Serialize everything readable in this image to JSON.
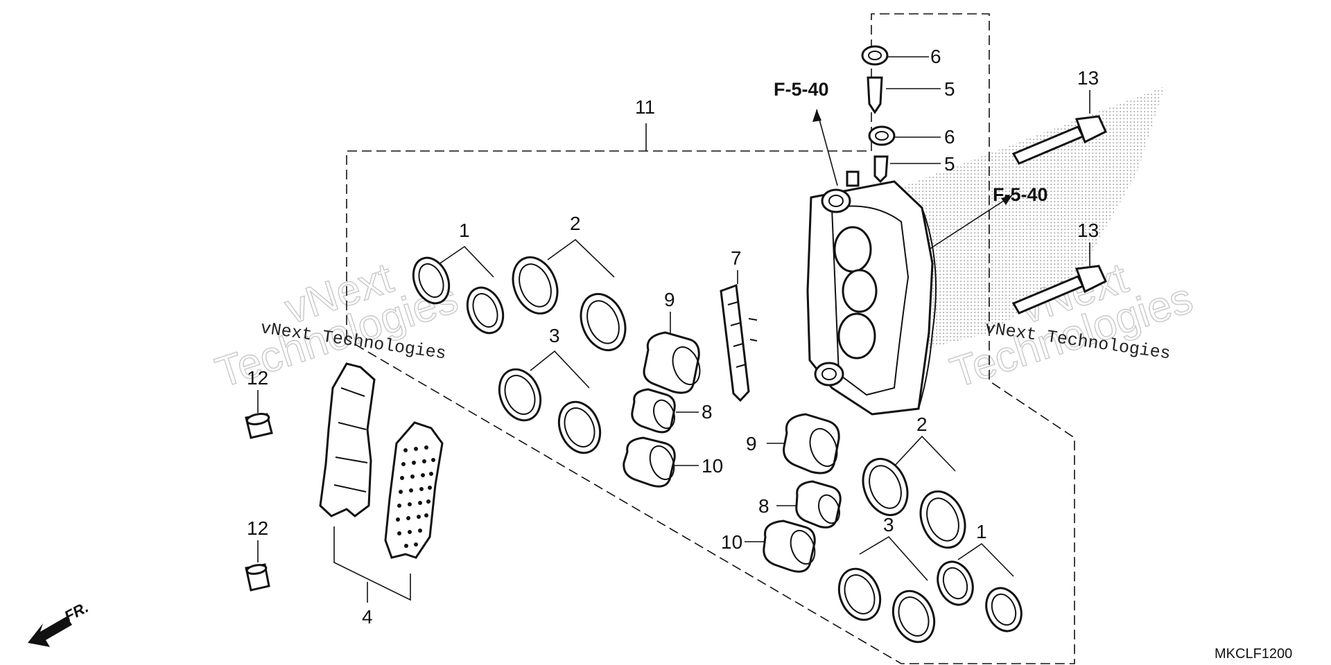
{
  "diagram_code": "MKCLF1200",
  "reference_labels": {
    "upper": "F-5-40",
    "right": "F-5-40"
  },
  "front_label": "FR.",
  "watermark": {
    "brand_line1": "vNext",
    "brand_line2": "Technologies",
    "mono": "vNext Technologies"
  },
  "callouts": {
    "c1a": "1",
    "c1b": "1",
    "c2a": "2",
    "c2b": "2",
    "c3a": "3",
    "c3b": "3",
    "c4": "4",
    "c5a": "5",
    "c5b": "5",
    "c6a": "6",
    "c6b": "6",
    "c7": "7",
    "c8a": "8",
    "c8b": "8",
    "c9a": "9",
    "c9b": "9",
    "c10a": "10",
    "c10b": "10",
    "c11": "11",
    "c12a": "12",
    "c12b": "12",
    "c13a": "13",
    "c13b": "13"
  },
  "icons": {
    "front_arrow": "front-direction-arrow-icon"
  }
}
